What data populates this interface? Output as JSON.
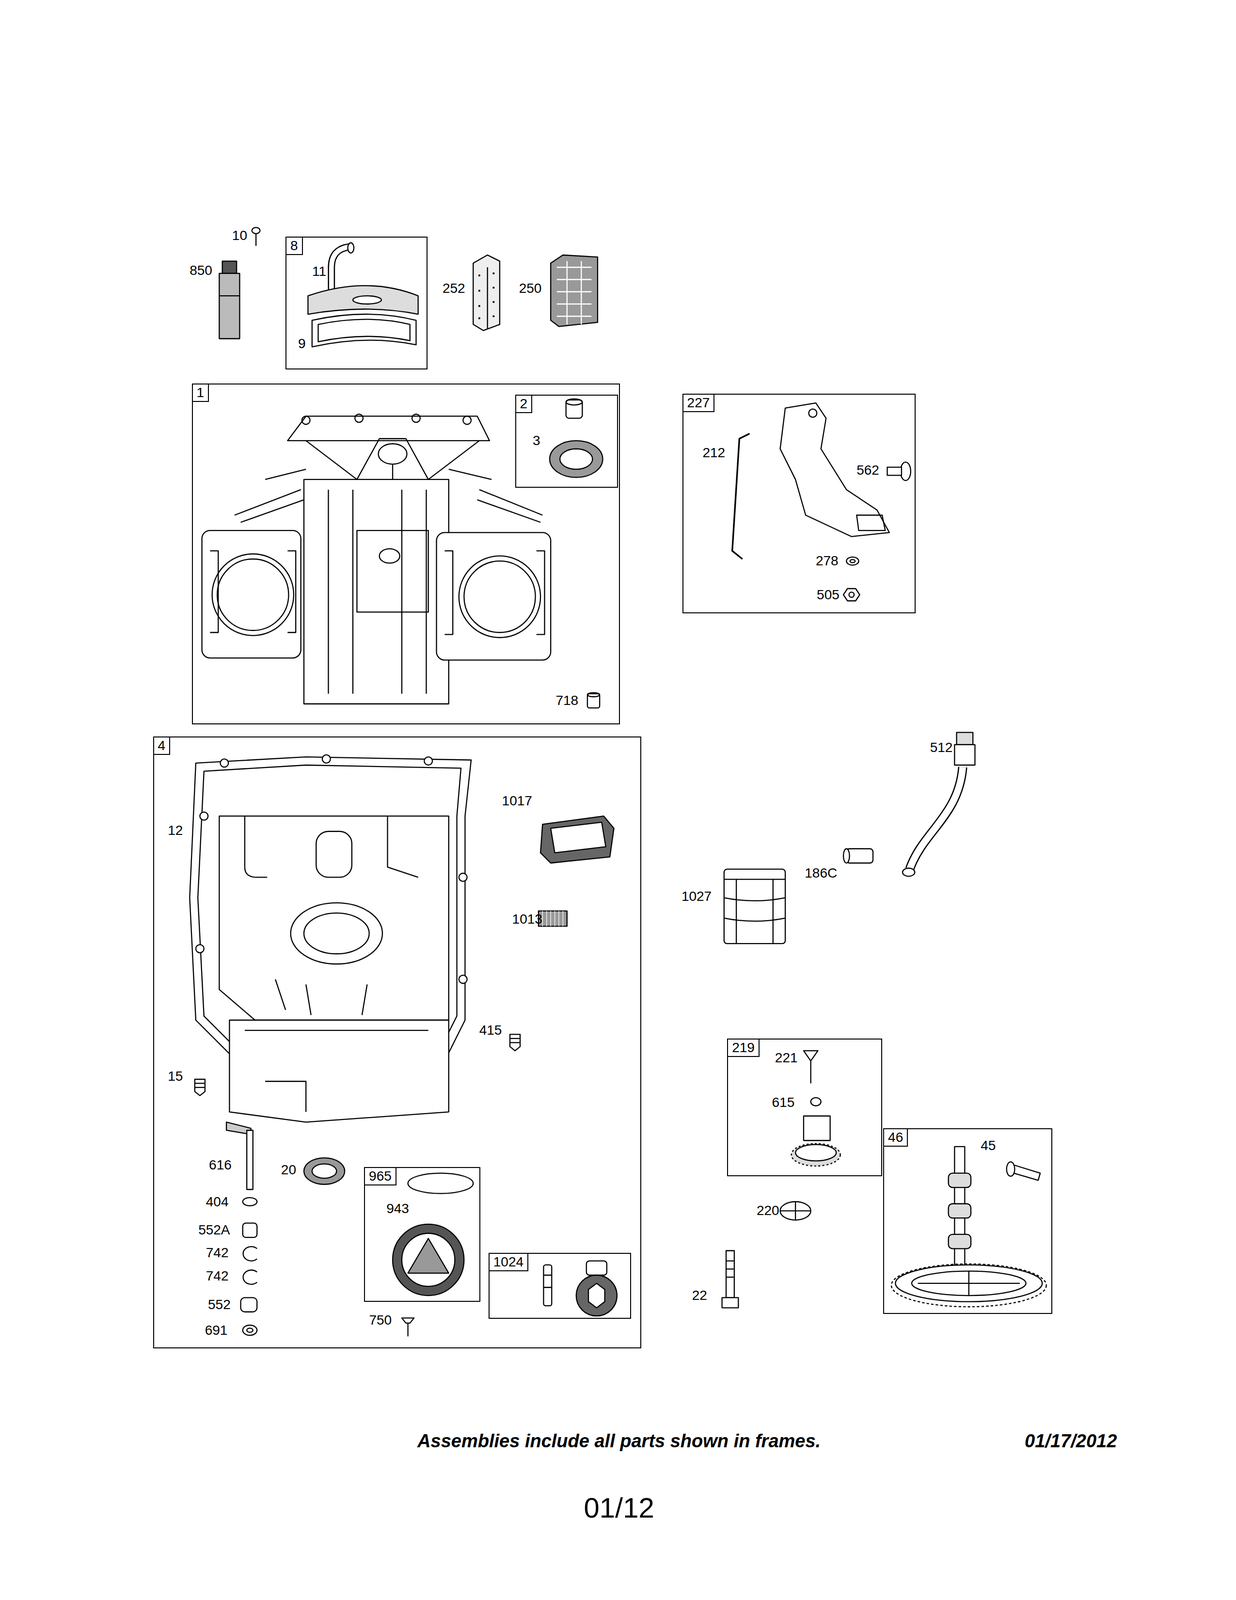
{
  "diagram": {
    "nodes": [
      {
        "text": [
          "8",
          "11",
          "9"
        ]
      },
      {
        "text": [
          "1",
          "718"
        ]
      },
      {
        "text": [
          "2",
          "3"
        ],
        "in": 1
      },
      {
        "text": [
          "227",
          "212",
          "562",
          "278",
          "505"
        ]
      },
      {
        "text": [
          "4",
          "12",
          "1017",
          "1013",
          "415",
          "15",
          "616",
          "20",
          "404",
          "552A",
          "742",
          "742",
          "552",
          "691",
          "750"
        ]
      },
      {
        "text": [
          "965",
          "943"
        ],
        "in": 4
      },
      {
        "text": [
          "1024"
        ],
        "in": 4
      },
      {
        "text": [
          "219",
          "221",
          "615"
        ]
      },
      {
        "text": [
          "46",
          "45"
        ]
      }
    ],
    "labels": [
      "10",
      "850",
      "252",
      "250",
      "512",
      "186C",
      "1027",
      "220",
      "22",
      "Assemblies include all parts shown in frames.",
      "01/17/2012",
      "01/12"
    ]
  }
}
